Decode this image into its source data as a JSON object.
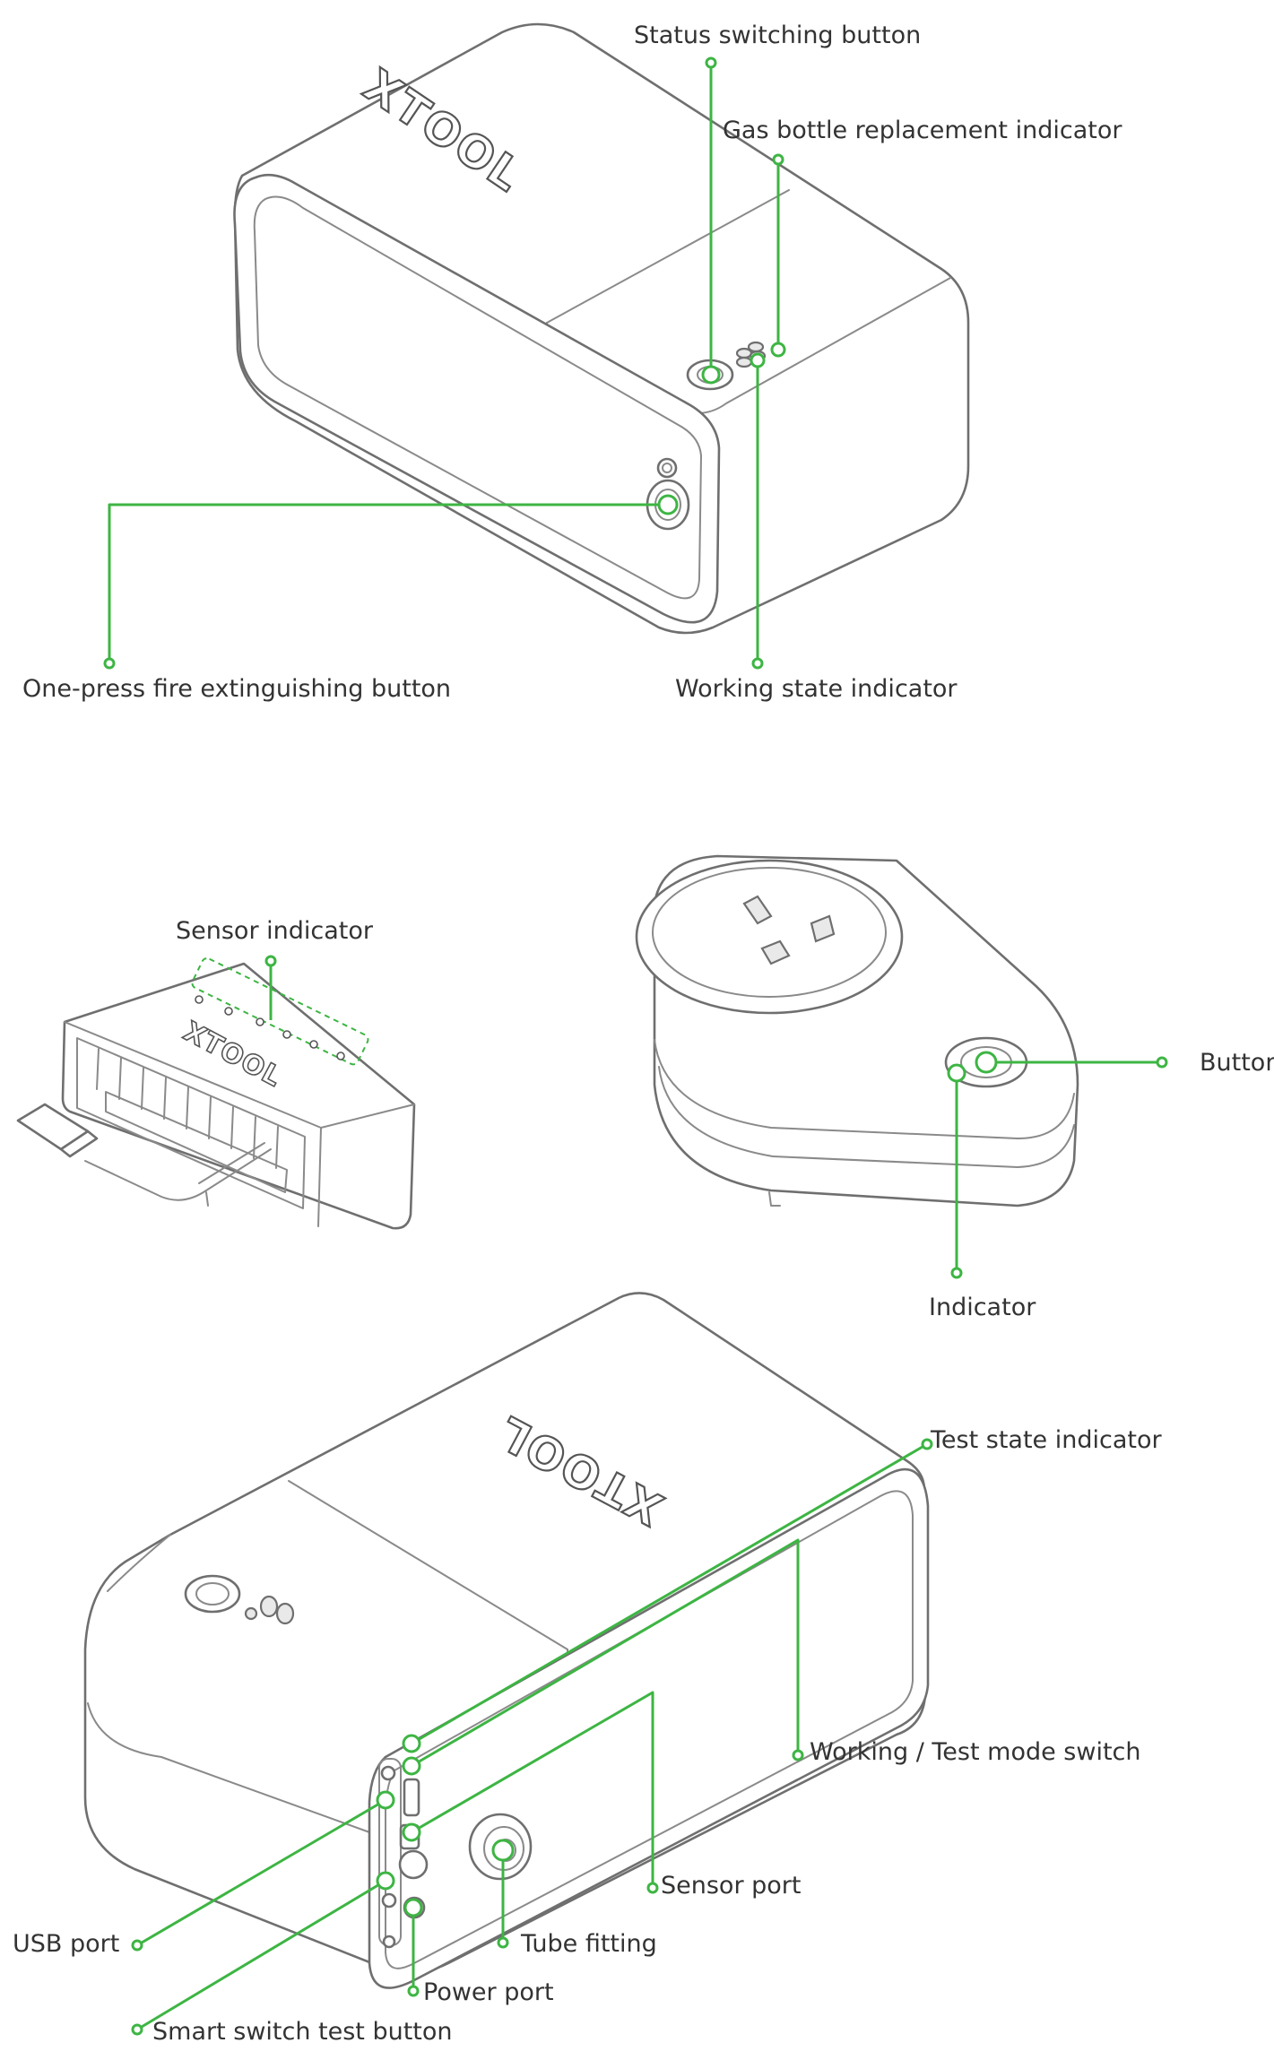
{
  "brand": {
    "logo_text": "XTOOL"
  },
  "colors": {
    "leader": "#3db543",
    "outline": "#6f6f6f",
    "text": "#333333"
  },
  "labels": {
    "status_switching_button": "Status switching button",
    "gas_bottle_replacement_indicator": "Gas bottle replacement indicator",
    "one_press_fire_extinguishing_button": "One-press fire extinguishing button",
    "working_state_indicator": "Working state indicator",
    "sensor_indicator": "Sensor indicator",
    "button": "Button",
    "indicator": "Indicator",
    "test_state_indicator": "Test state indicator",
    "working_test_mode_switch": "Working / Test mode switch",
    "sensor_port": "Sensor port",
    "usb_port": "USB port",
    "tube_fitting": "Tube fitting",
    "power_port": "Power port",
    "smart_switch_test_button": "Smart switch test button"
  }
}
